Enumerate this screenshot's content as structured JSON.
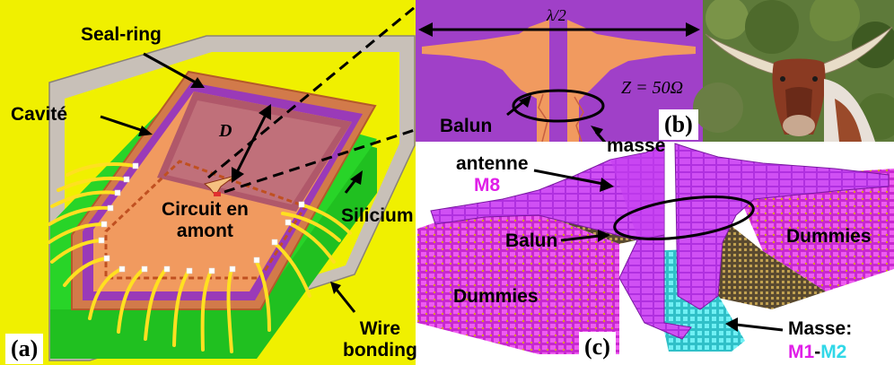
{
  "panel_a": {
    "tag": "(a)",
    "labels": {
      "seal_ring": "Seal-ring",
      "cavite": "Cavité",
      "distance": "D",
      "silicium": "Silicium",
      "circuit": "Circuit en\namont",
      "wire": "Wire\nbonding"
    }
  },
  "panel_b": {
    "tag": "(b)",
    "labels": {
      "half_wave": "λ/2",
      "impedance": "Z = 50Ω",
      "balun": "Balun",
      "masse": "masse"
    }
  },
  "panel_c": {
    "tag": "(c)",
    "labels": {
      "antenne": "antenne",
      "m8": "M8",
      "balun": "Balun",
      "dummies_left": "Dummies",
      "dummies_right": "Dummies",
      "masse": "Masse:",
      "m1": "M1",
      "dash": "-",
      "m2": "M2"
    }
  },
  "colors": {
    "yellow_bg": "#f0f000",
    "silicon_green": "#22cc22",
    "copper": "#f19a5f",
    "purple": "#a040c8",
    "magenta": "#e030e8",
    "cyan": "#40e0e8",
    "wire": "#f5e020"
  }
}
